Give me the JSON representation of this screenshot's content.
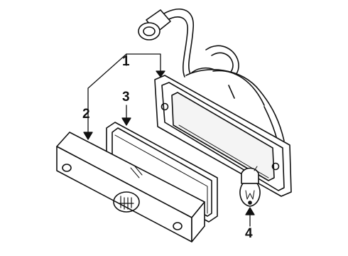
{
  "diagram": {
    "callouts": [
      {
        "id": "1",
        "label": "1"
      },
      {
        "id": "2",
        "label": "2"
      },
      {
        "id": "3",
        "label": "3"
      },
      {
        "id": "4",
        "label": "4"
      }
    ],
    "colors": {
      "ink": "#111111",
      "paper": "#ffffff",
      "lens_tint": "#f4f4f4"
    }
  }
}
